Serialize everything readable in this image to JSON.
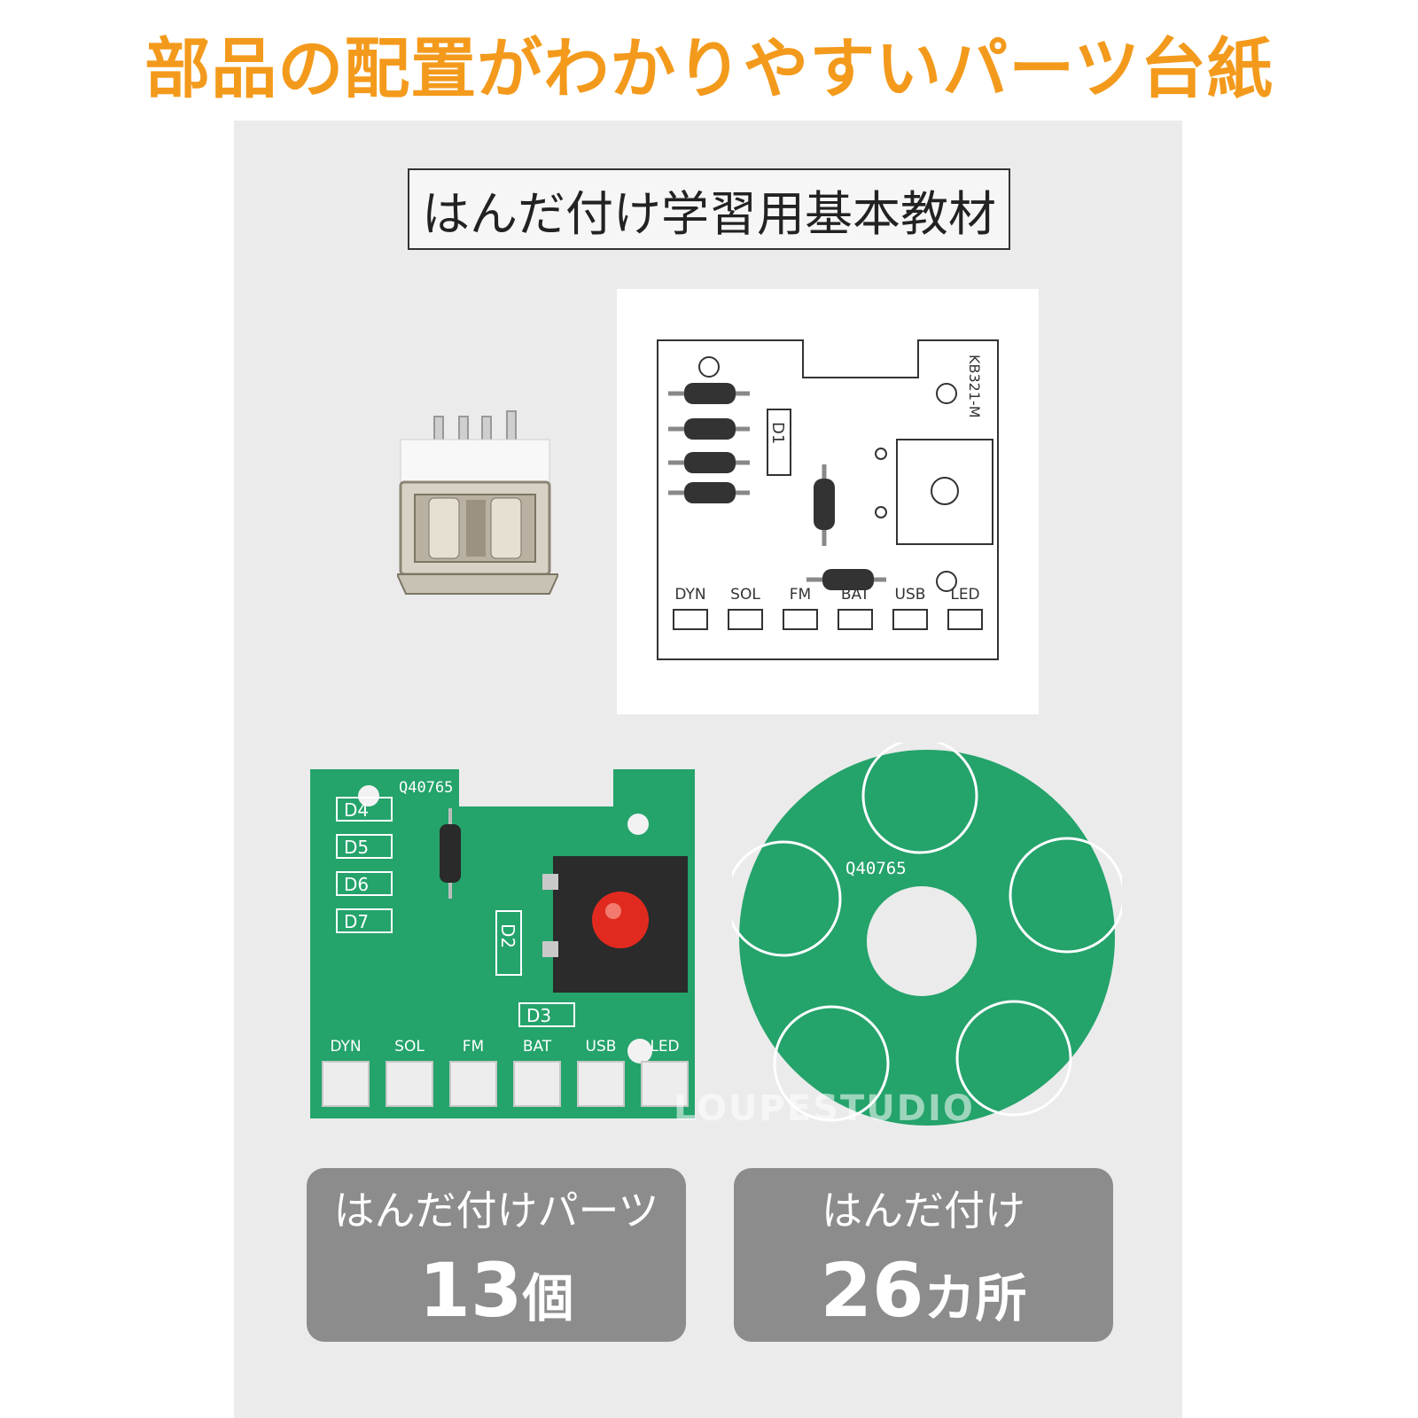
{
  "headline": "部品の配置がわかりやすいパーツ台紙",
  "subtitle": "はんだ付け学習用基本教材",
  "paper_board": {
    "model": "KB321-M",
    "diode_label": "D1",
    "ports": [
      "DYN",
      "SOL",
      "FM",
      "BAT",
      "USB",
      "LED"
    ]
  },
  "pcb_board": {
    "model": "Q40765",
    "diode_labels": [
      "D4",
      "D5",
      "D6",
      "D7",
      "D2",
      "D3"
    ],
    "ports": [
      "DYN",
      "SOL",
      "FM",
      "BAT",
      "USB",
      "LED"
    ]
  },
  "ring_board": {
    "model": "Q40765"
  },
  "watermark": "LOUPESTUDIO",
  "stats": [
    {
      "label": "はんだ付けパーツ",
      "number": "13",
      "unit": "個"
    },
    {
      "label": "はんだ付け",
      "number": "26",
      "unit": "カ所"
    }
  ],
  "colors": {
    "headline": "#f39a1c",
    "pcb_green": "#24a36b",
    "stat_bg": "#8c8c8c",
    "button_red": "#e12a1f"
  }
}
